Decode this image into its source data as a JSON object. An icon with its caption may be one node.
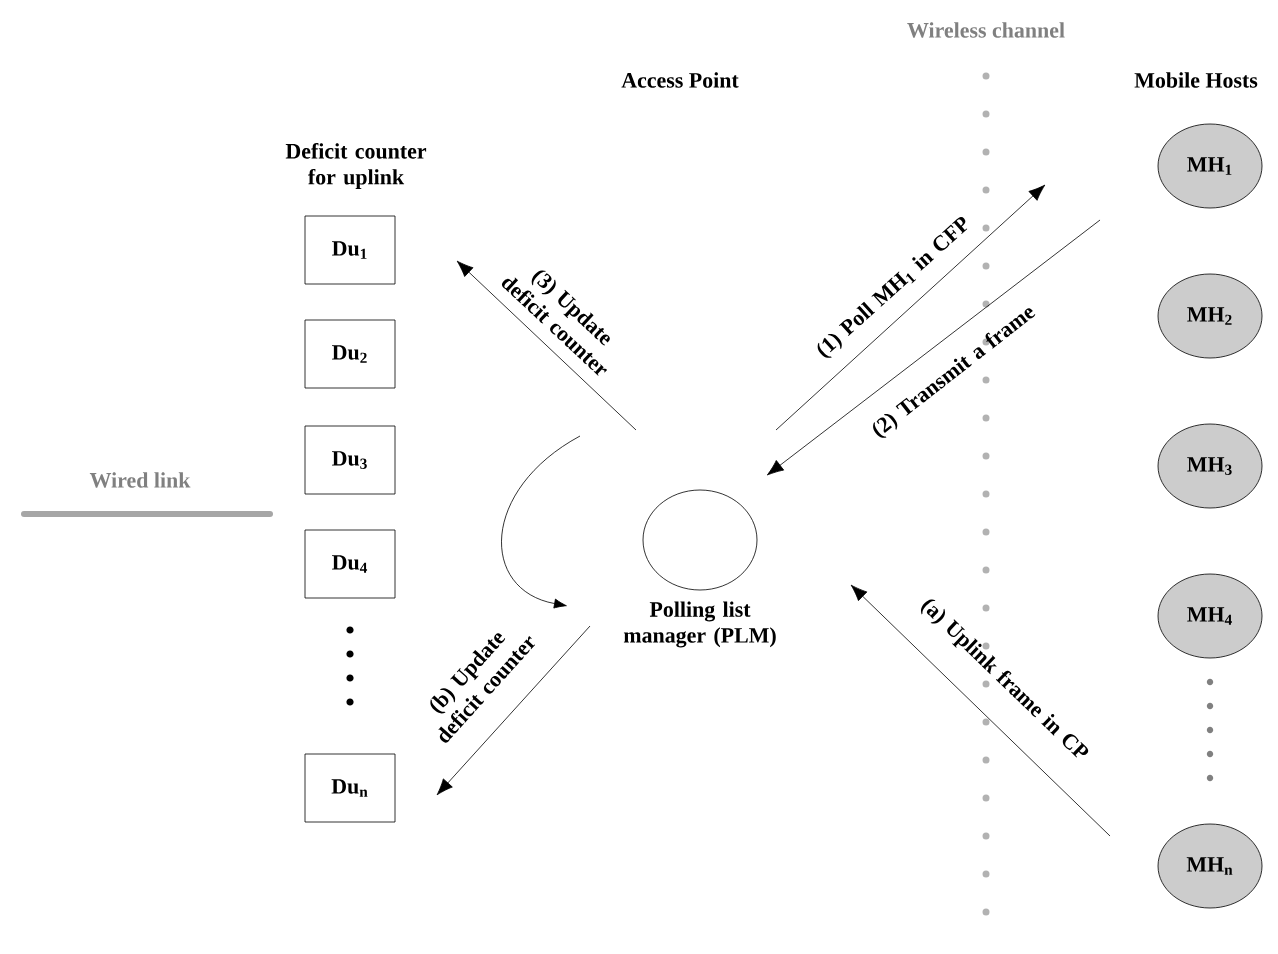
{
  "diagram": {
    "nodes": [
      {
        "text": [
          "Polling list manager (PLM)"
        ]
      },
      {
        "text": [
          "Du$_{1}$"
        ]
      },
      {
        "text": [
          "Du$_{2}$"
        ]
      },
      {
        "text": [
          "Du$_{3}$"
        ]
      },
      {
        "text": [
          "Du$_{4}$"
        ]
      },
      {
        "text": [
          "Du$_{n}$"
        ]
      },
      {
        "text": [
          "MH$_{1}$"
        ]
      },
      {
        "text": [
          "MH$_{2}$"
        ]
      },
      {
        "text": [
          "MH$_{3}$"
        ]
      },
      {
        "text": [
          "MH$_{4}$"
        ]
      },
      {
        "text": [
          "MH$_{n}$"
        ]
      }
    ],
    "edges": [
      {
        "from": 0,
        "to": 6,
        "arrow": "to",
        "label": "(1) Poll MH$_{1}$ in CFP"
      },
      {
        "from": 6,
        "to": 0,
        "arrow": "to",
        "label": "(2) Transmit a frame"
      },
      {
        "from": 0,
        "to": 1,
        "arrow": "to",
        "label": "(3) Update deficit counter"
      },
      {
        "from": 10,
        "to": 0,
        "arrow": "to",
        "label": "(a) Uplink frame in CP"
      },
      {
        "from": 0,
        "to": 5,
        "arrow": "to",
        "label": "(b) Update deficit counter"
      }
    ],
    "labels": [
      "Wireless channel",
      "Access Point",
      "Mobile Hosts",
      "Deficit counter for uplink",
      "Wired link"
    ]
  }
}
